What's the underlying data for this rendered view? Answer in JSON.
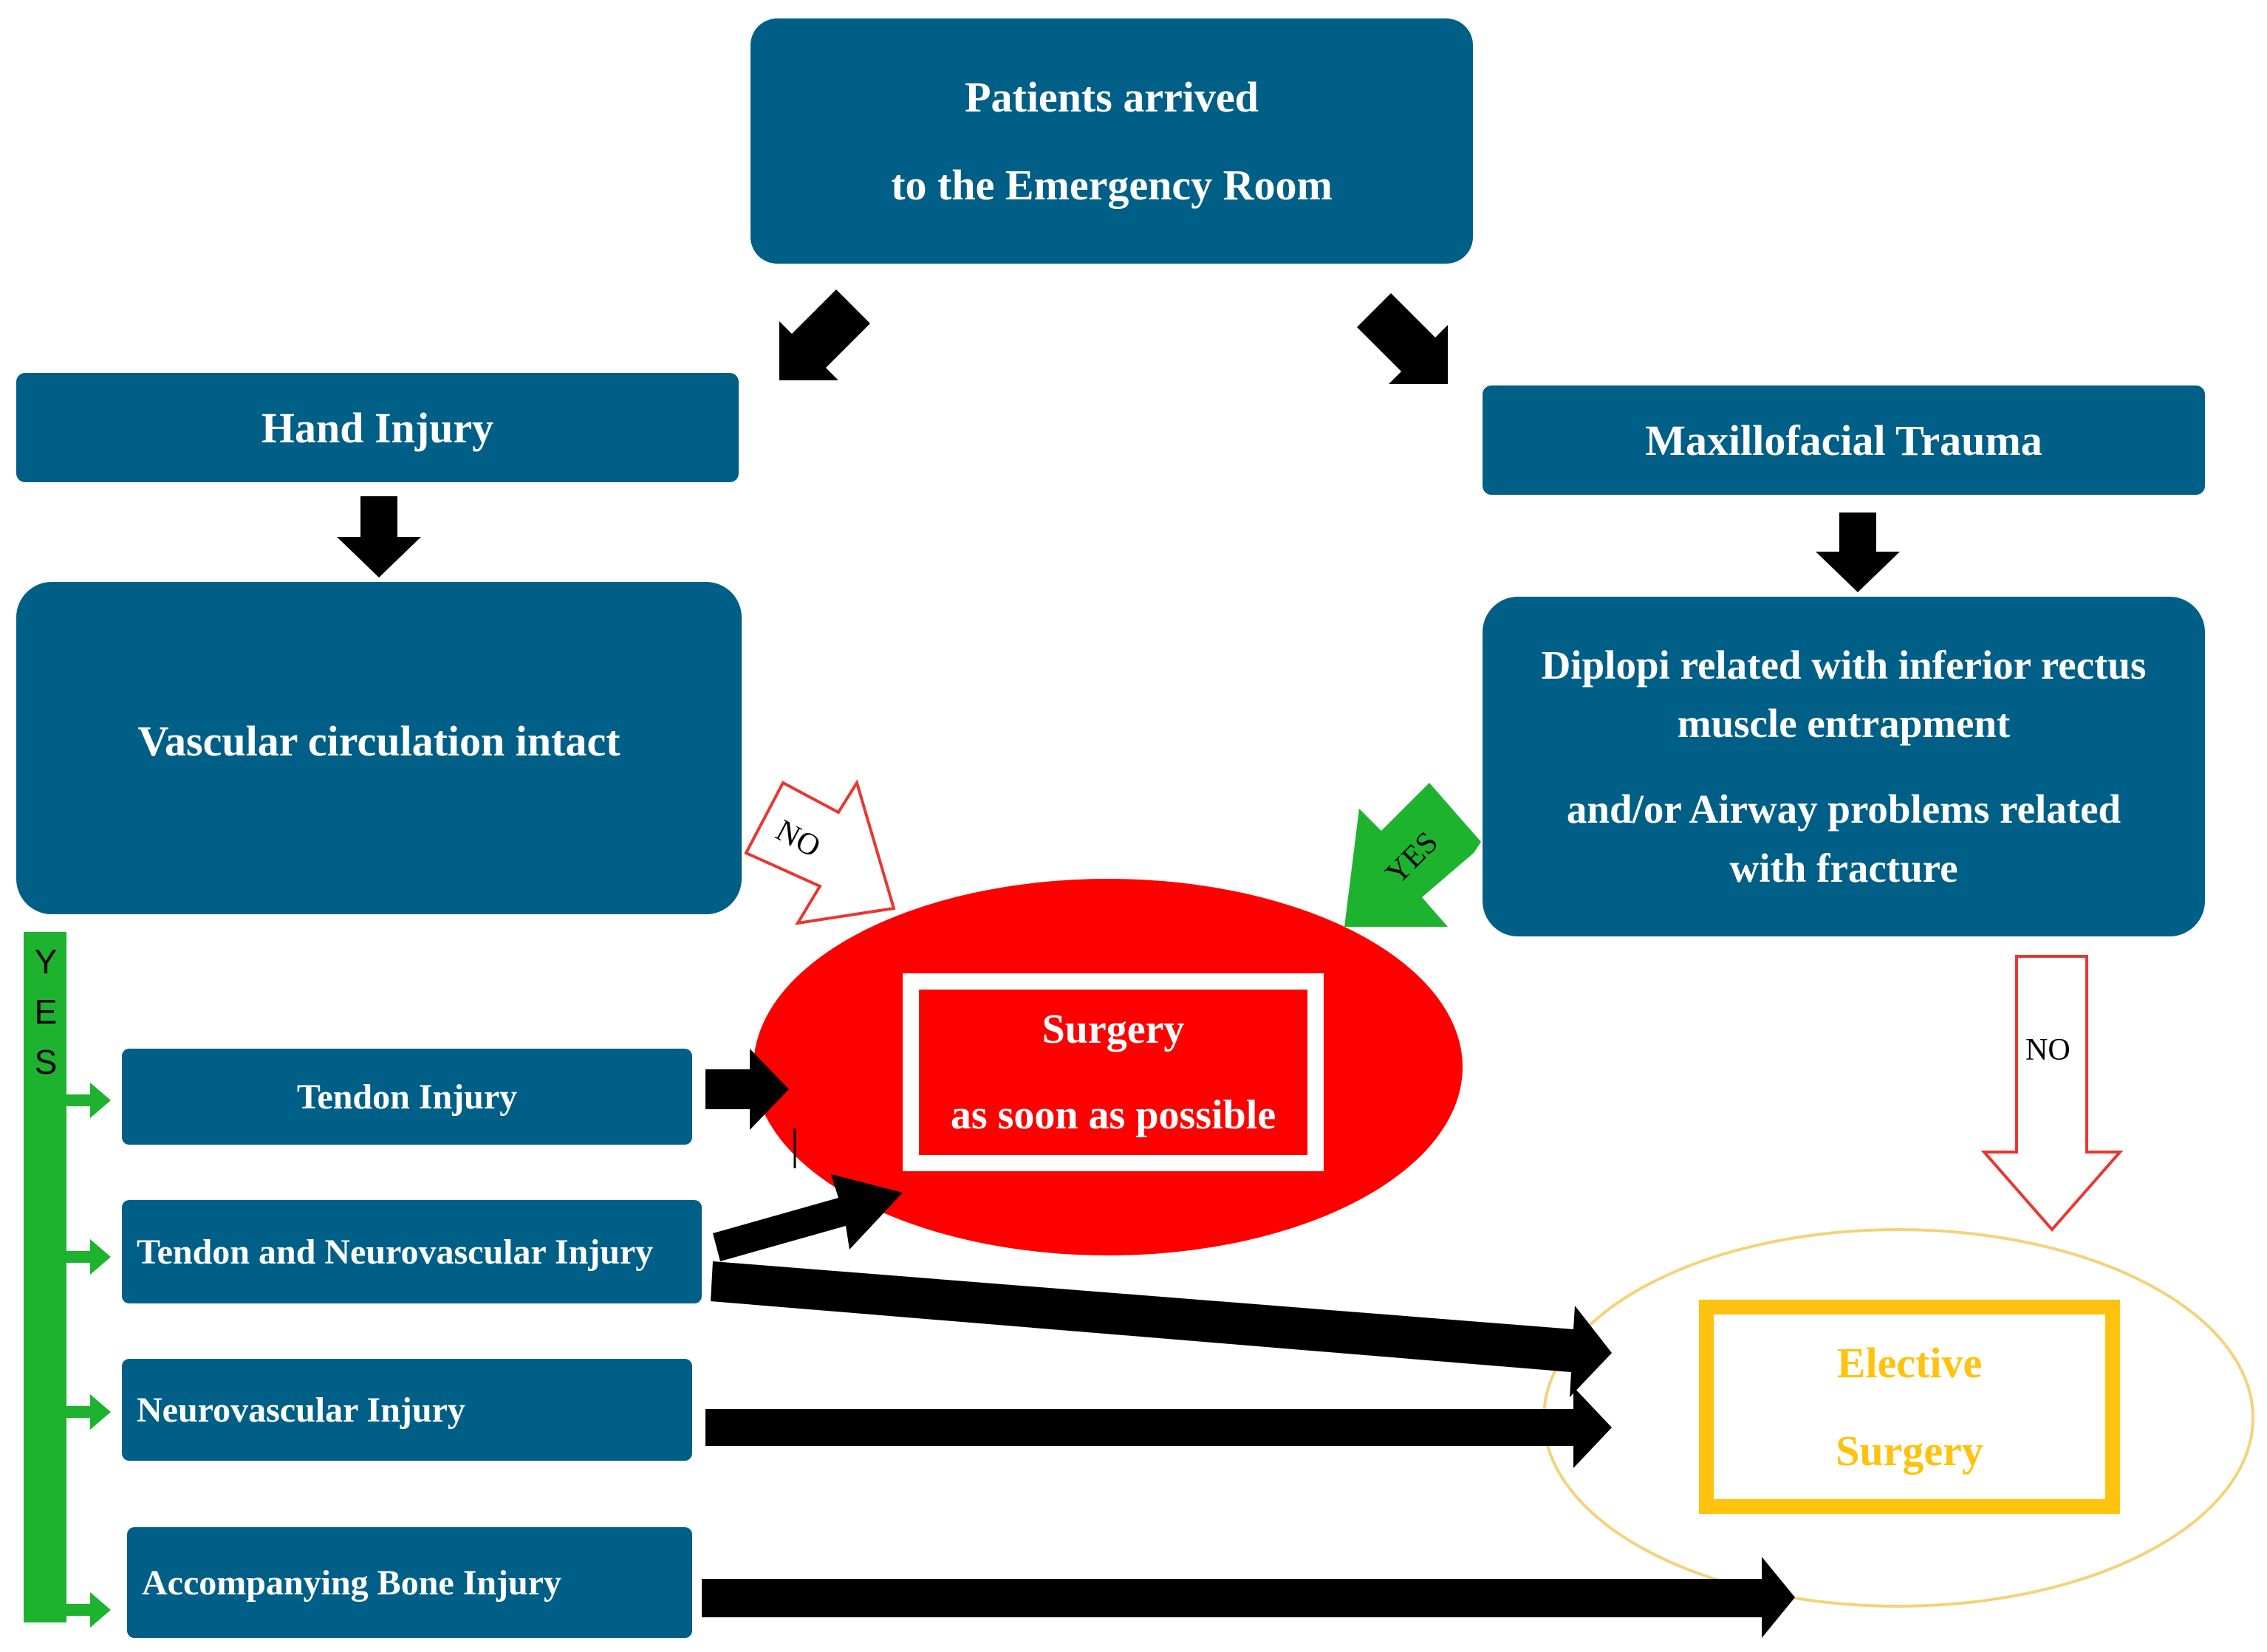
{
  "colors": {
    "box": "#005f87",
    "arrow": "#000000",
    "yes_green": "#1db32e",
    "urgent_red": "#fe0000",
    "no_outline": "#e8372f",
    "elective_gold": "#ffc20e",
    "elective_ellipse": "#f5d27a"
  },
  "nodes": {
    "start": {
      "line1": "Patients arrived",
      "line2": "to the Emergency Room"
    },
    "hand_injury": "Hand Injury",
    "maxillofacial": "Maxillofacial Trauma",
    "vascular": "Vascular circulation intact",
    "diplopi": {
      "line1": "Diplopi related with inferior rectus",
      "line2": "muscle entrapment",
      "line3": "and/or Airway problems related",
      "line4": "with fracture"
    },
    "tendon": "Tendon Injury",
    "tendon_neuro": "Tendon and Neurovascular Injury",
    "neuro": "Neurovascular Injury",
    "bone": "Accompanying Bone Injury",
    "surgery_asap": {
      "line1": "Surgery",
      "line2": "as soon as possible"
    },
    "elective": {
      "line1": "Elective",
      "line2": "Surgery"
    }
  },
  "labels": {
    "no_left": "NO",
    "yes_right": "YES",
    "no_right": "NO",
    "yes_vertical": [
      "Y",
      "E",
      "S"
    ]
  }
}
